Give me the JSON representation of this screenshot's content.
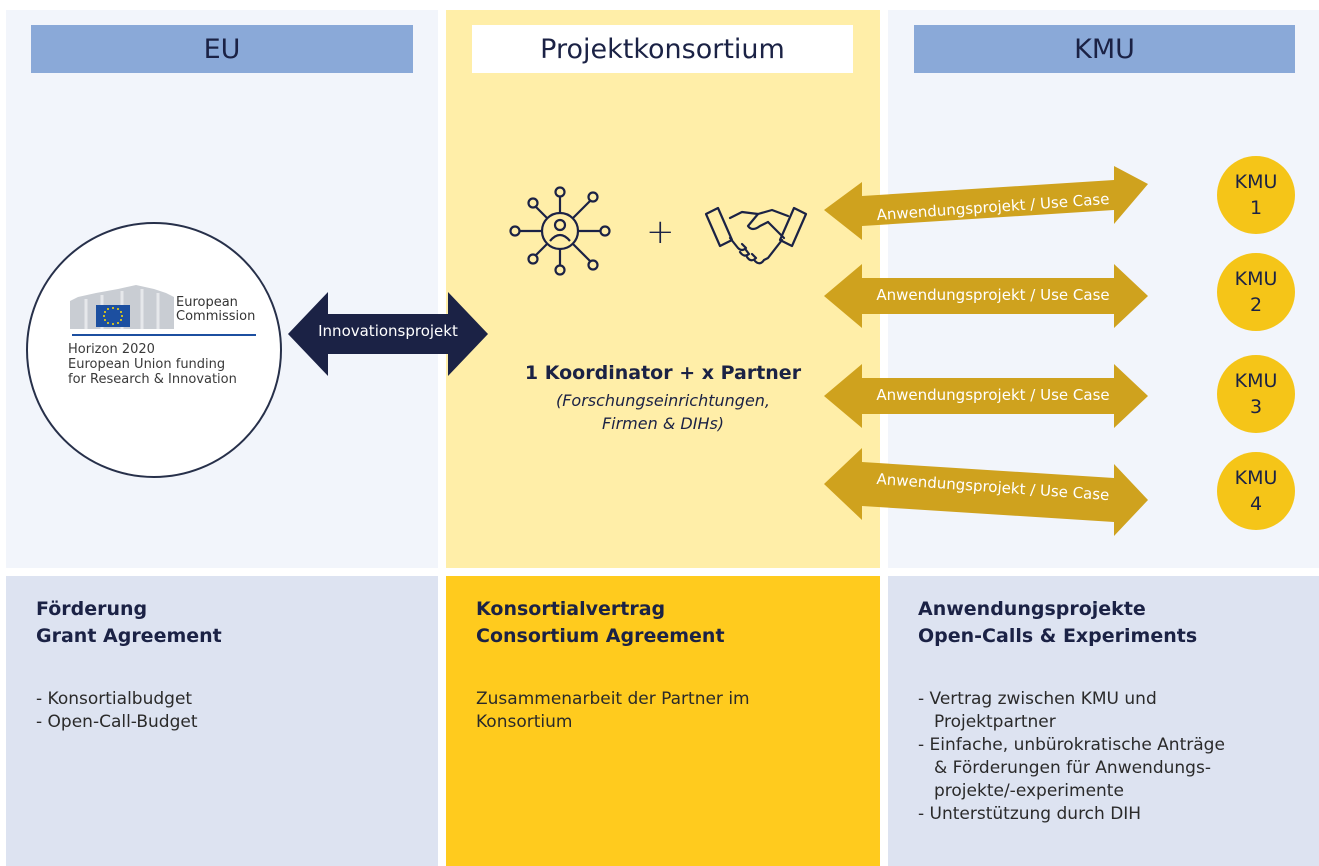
{
  "columns": {
    "eu": {
      "header": "EU"
    },
    "consortium": {
      "header": "Projektkonsortium"
    },
    "sme": {
      "header": "KMU"
    }
  },
  "eu_logo": {
    "commission_line1": "European",
    "commission_line2": "Commission",
    "program_lines": [
      "Horizon 2020",
      "European Union funding",
      "for Research & Innovation"
    ]
  },
  "innovation_arrow_label": "Innovationsprojekt",
  "consortium": {
    "plus_symbol": "+",
    "coordinator_line": "1 Koordinator  +  x Partner",
    "partners_line1": "(Forschungseinrichtungen,",
    "partners_line2": "Firmen & DIHs)"
  },
  "use_case_arrows": [
    {
      "label": "Anwendungsprojekt / Use Case"
    },
    {
      "label": "Anwendungsprojekt / Use Case"
    },
    {
      "label": "Anwendungsprojekt / Use Case"
    },
    {
      "label": "Anwendungsprojekt / Use Case"
    }
  ],
  "kmu_circles": [
    {
      "label": "KMU",
      "number": "1"
    },
    {
      "label": "KMU",
      "number": "2"
    },
    {
      "label": "KMU",
      "number": "3"
    },
    {
      "label": "KMU",
      "number": "4"
    }
  ],
  "bottom": {
    "eu": {
      "title_line1": "Förderung",
      "title_line2": "Grant Agreement",
      "items": [
        "- Konsortialbudget",
        "- Open-Call-Budget"
      ]
    },
    "consortium": {
      "title_line1": "Konsortialvertrag",
      "title_line2": "Consortium Agreement",
      "body_line1": "Zusammenarbeit der Partner im",
      "body_line2": "Konsortium"
    },
    "sme": {
      "title_line1": "Anwendungsprojekte",
      "title_line2": "Open-Calls & Experiments",
      "items": [
        [
          "- Vertrag zwischen KMU und",
          "Projektpartner"
        ],
        [
          "- Einfache, unbürokratische Anträge",
          "& Förderungen für Anwendungs-",
          "projekte/-experimente"
        ],
        [
          "- Unterstützung durch DIH"
        ]
      ]
    }
  },
  "colors": {
    "header_blue": "#8aa9d8",
    "light_blue_bg": "#f2f5fb",
    "light_yellow_bg": "#ffeea8",
    "bottom_blue": "#dde3f1",
    "bottom_yellow": "#ffcb1e",
    "gold_arrow": "#cfa21e",
    "kmu_yellow": "#f5c518",
    "navy": "#1b2245"
  }
}
